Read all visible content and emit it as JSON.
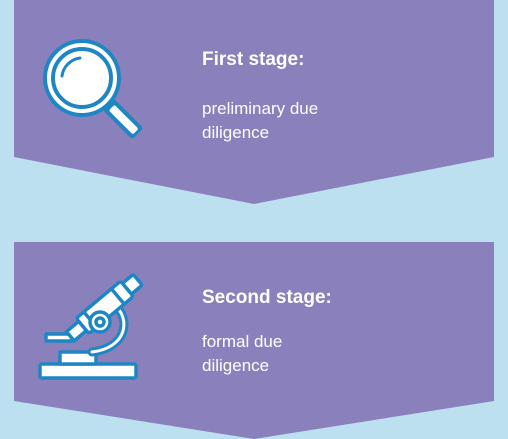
{
  "colors": {
    "background": "#bde0f1",
    "band": "#8a80bb",
    "icon_stroke": "#1f86c4",
    "icon_fill": "#ffffff",
    "text": "#ffffff"
  },
  "stages": [
    {
      "title": "First stage:",
      "description_line1": "preliminary due",
      "description_line2": "diligence",
      "icon": "magnifying-glass-icon"
    },
    {
      "title": "Second stage:",
      "description_line1": "formal due",
      "description_line2": "diligence",
      "icon": "microscope-icon"
    }
  ]
}
